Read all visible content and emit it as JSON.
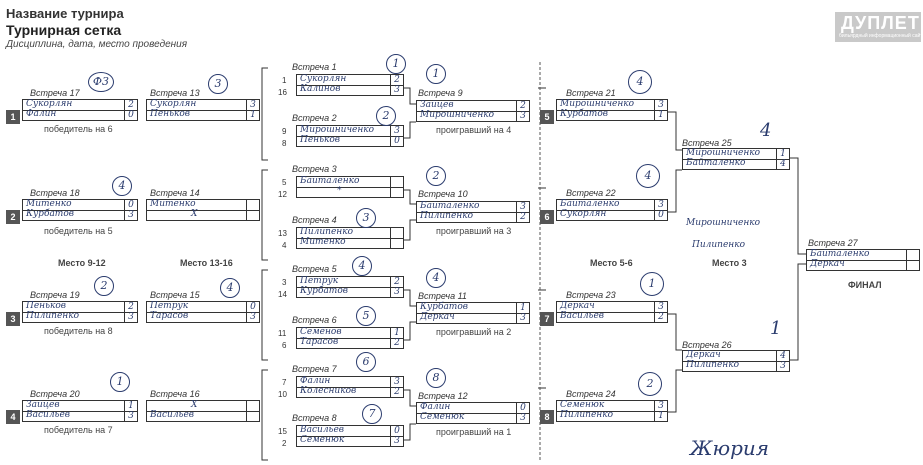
{
  "header": {
    "tournament_name": "Название турнира",
    "bracket_title": "Турнирная сетка",
    "subtitle": "Дисциплина, дата, место проведения"
  },
  "logo": {
    "text": "ДУПЛЕТ",
    "subtext": "бильярдный информационный сайт"
  },
  "places": {
    "p9_12": "Место 9-12",
    "p13_16": "Место 13-16",
    "p5_6": "Место 5-6",
    "p3": "Место 3",
    "final": "ФИНАЛ"
  },
  "round1": [
    {
      "label": "Встреча 1",
      "seeds": [
        "1",
        "16"
      ],
      "players": [
        "Сукорлян",
        "Калинов"
      ],
      "scores": [
        "2",
        "3"
      ],
      "circle": "1"
    },
    {
      "label": "Встреча 2",
      "seeds": [
        "9",
        "8"
      ],
      "players": [
        "Мирошниченко",
        "Пеньков"
      ],
      "scores": [
        "3",
        "0"
      ],
      "circle": "2"
    },
    {
      "label": "Встреча 3",
      "seeds": [
        "5",
        "12"
      ],
      "players": [
        "Байталенко",
        "*"
      ],
      "scores": [
        "",
        ""
      ],
      "circle": ""
    },
    {
      "label": "Встреча 4",
      "seeds": [
        "13",
        "4"
      ],
      "players": [
        "Пилипенко",
        "Митенко"
      ],
      "scores": [
        "",
        ""
      ],
      "circle": "3"
    },
    {
      "label": "Встреча 5",
      "seeds": [
        "3",
        "14"
      ],
      "players": [
        "Петрук",
        "Курбатов"
      ],
      "scores": [
        "2",
        "3"
      ],
      "circle": "4"
    },
    {
      "label": "Встреча 6",
      "seeds": [
        "11",
        "6"
      ],
      "players": [
        "Семёнов",
        "Тарасов"
      ],
      "scores": [
        "1",
        "2"
      ],
      "circle": "5"
    },
    {
      "label": "Встреча 7",
      "seeds": [
        "7",
        "10"
      ],
      "players": [
        "Фалин",
        "Колесников"
      ],
      "scores": [
        "3",
        "2"
      ],
      "circle": "6"
    },
    {
      "label": "Встреча 8",
      "seeds": [
        "15",
        "2"
      ],
      "players": [
        "Васильев",
        "Семенюк"
      ],
      "scores": [
        "0",
        "3"
      ],
      "circle": "7"
    }
  ],
  "round2": [
    {
      "label": "Встреча 9",
      "players": [
        "Зайцев",
        "Мирошниченко"
      ],
      "scores": [
        "2",
        "3"
      ],
      "note": "проигравший на 4",
      "circle": "1"
    },
    {
      "label": "Встреча 10",
      "players": [
        "Байталенко",
        "Пилипенко"
      ],
      "scores": [
        "3",
        "2"
      ],
      "note": "проигравший на 3",
      "circle": "2"
    },
    {
      "label": "Встреча 11",
      "players": [
        "Курбатов",
        "Деркач"
      ],
      "scores": [
        "1",
        "3"
      ],
      "note": "проигравший на 2",
      "circle": "4"
    },
    {
      "label": "Встреча 12",
      "players": [
        "Фалин",
        "Семенюк"
      ],
      "scores": [
        "0",
        "3"
      ],
      "note": "проигравший на 1",
      "circle": "8"
    }
  ],
  "losers1": [
    {
      "label": "Встреча 17",
      "num": "1",
      "players": [
        "Сукорлян",
        "Фалин"
      ],
      "scores": [
        "2",
        "0"
      ],
      "note": "победитель на 6",
      "circle": "Ф3"
    },
    {
      "label": "Встреча 18",
      "num": "2",
      "players": [
        "Митенко",
        "Курбатов"
      ],
      "scores": [
        "0",
        "3"
      ],
      "note": "победитель на 5",
      "circle": "4"
    },
    {
      "label": "Встреча 19",
      "num": "3",
      "players": [
        "Пеньков",
        "Пилипенко"
      ],
      "scores": [
        "2",
        "3"
      ],
      "note": "победитель на 8",
      "circle": "2"
    },
    {
      "label": "Встреча 20",
      "num": "4",
      "players": [
        "Зайцев",
        "Васильев"
      ],
      "scores": [
        "1",
        "3"
      ],
      "note": "победитель на 7",
      "circle": "1"
    }
  ],
  "losers_left": [
    {
      "label": "Встреча 13",
      "players": [
        "Сукорлян",
        "Пеньков"
      ],
      "scores": [
        "3",
        "1"
      ],
      "circle": "3"
    },
    {
      "label": "Встреча 14",
      "players": [
        "Митенко",
        "X"
      ],
      "scores": [
        "",
        ""
      ],
      "circle": ""
    },
    {
      "label": "Встреча 15",
      "players": [
        "Петрук",
        "Тарасов"
      ],
      "scores": [
        "0",
        "3"
      ],
      "circle": "4"
    },
    {
      "label": "Встреча 16",
      "players": [
        "X",
        "Васильев"
      ],
      "scores": [
        "",
        ""
      ],
      "circle": ""
    }
  ],
  "losers2": [
    {
      "label": "Встреча 21",
      "num": "5",
      "players": [
        "Мирошниченко",
        "Курбатов"
      ],
      "scores": [
        "3",
        "1"
      ],
      "circle": "4"
    },
    {
      "label": "Встреча 22",
      "num": "6",
      "players": [
        "Байталенко",
        "Сукорлян"
      ],
      "scores": [
        "3",
        "0"
      ],
      "circle": "4"
    },
    {
      "label": "Встреча 23",
      "num": "7",
      "players": [
        "Деркач",
        "Васильев"
      ],
      "scores": [
        "3",
        "2"
      ],
      "circle": "1"
    },
    {
      "label": "Встреча 24",
      "num": "8",
      "players": [
        "Семенюк",
        "Пилипенко"
      ],
      "scores": [
        "3",
        "1"
      ],
      "circle": "2"
    }
  ],
  "semi": [
    {
      "label": "Встреча 25",
      "players": [
        "Мирошниченко",
        "Байталенко"
      ],
      "scores": [
        "1",
        "4"
      ],
      "mark": "4"
    },
    {
      "label": "Встреча 26",
      "players": [
        "Деркач",
        "Пилипенко"
      ],
      "scores": [
        "4",
        "3"
      ],
      "mark": "1"
    }
  ],
  "final": {
    "label": "Встреча 27",
    "players": [
      "Байталенко",
      "Деркач"
    ],
    "scores": [
      "",
      ""
    ]
  },
  "handwriting": {
    "note1": "Мирошниченко",
    "note2": "Пилипенко",
    "signature": "Жюрия"
  }
}
